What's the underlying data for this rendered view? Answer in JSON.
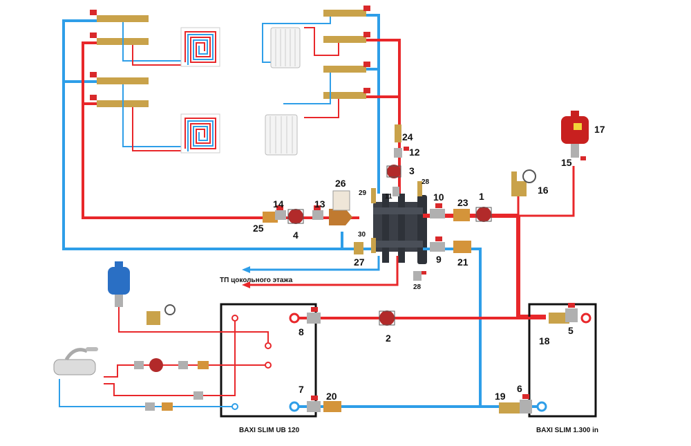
{
  "labels": {
    "n1": "1",
    "n2": "2",
    "n3": "3",
    "n4": "4",
    "n5": "5",
    "n6": "6",
    "n7": "7",
    "n8": "8",
    "n9": "9",
    "n10": "10",
    "n11": "11",
    "n12": "12",
    "n13": "13",
    "n14": "14",
    "n15": "15",
    "n16": "16",
    "n17": "17",
    "n18": "18",
    "n19": "19",
    "n20": "20",
    "n21": "21",
    "n23": "23",
    "n24": "24",
    "n25": "25",
    "n26": "26",
    "n27": "27",
    "n28a": "28",
    "n28b": "28",
    "n29": "29",
    "n30": "30"
  },
  "captions": {
    "basement_floor": "ТП цокольного этажа",
    "boiler_left": "BAXI SLIM UB 120",
    "boiler_right": "BAXI SLIM 1.300 in"
  },
  "colors": {
    "hot_pipe": "#e8272a",
    "cold_pipe": "#2e9ee8",
    "brass": "#c9a24a",
    "pump": "#b22a2a",
    "hydro_arrow": "#3b3f47",
    "expansion_tank_red": "#c8201f",
    "expansion_tank_blue": "#2a6fc4"
  }
}
